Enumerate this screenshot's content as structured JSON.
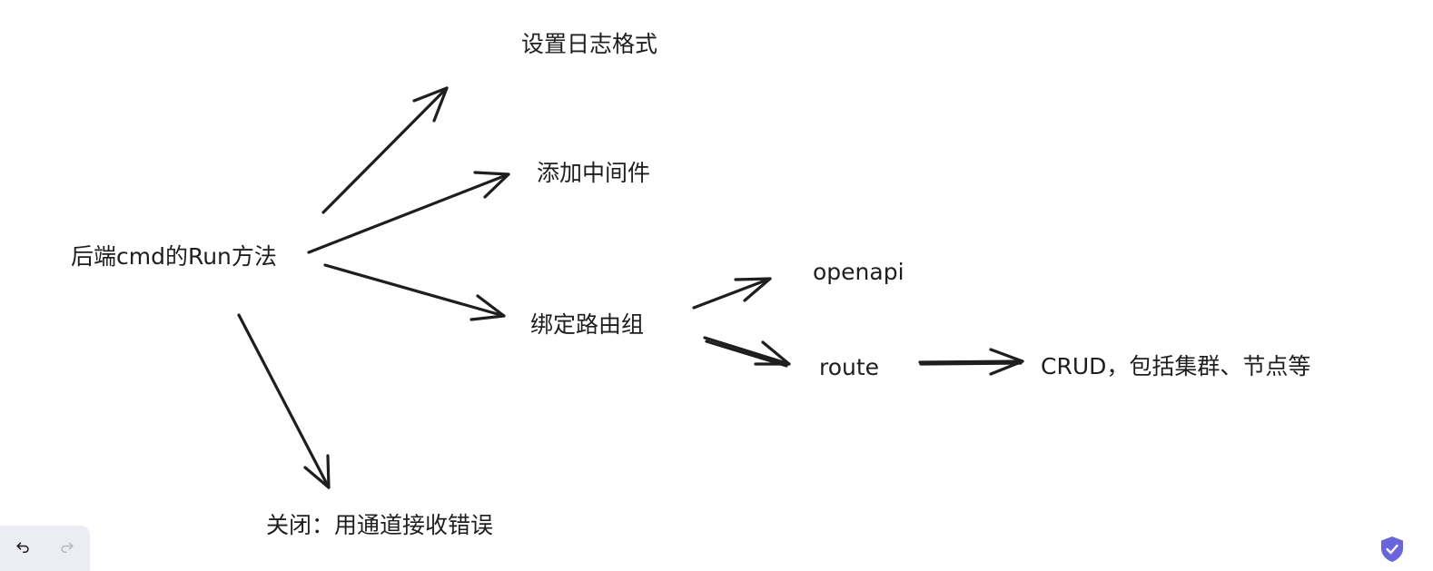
{
  "nodes": {
    "root": "后端cmd的Run方法",
    "log_format": "设置日志格式",
    "middleware": "添加中间件",
    "route_group": "绑定路由组",
    "close": "关闭：用通道接收错误",
    "openapi": "openapi",
    "route": "route",
    "crud": "CRUD，包括集群、节点等"
  },
  "toolbar": {
    "undo_icon": "undo-icon",
    "redo_icon": "redo-icon"
  },
  "status": {
    "shield_icon": "shield-check-icon",
    "shield_color": "#6965db"
  },
  "colors": {
    "stroke": "#1e1e1e",
    "toolbar_bg": "#ececf4",
    "icon": "#1b1b1f",
    "icon_disabled": "#b8b8c0"
  }
}
